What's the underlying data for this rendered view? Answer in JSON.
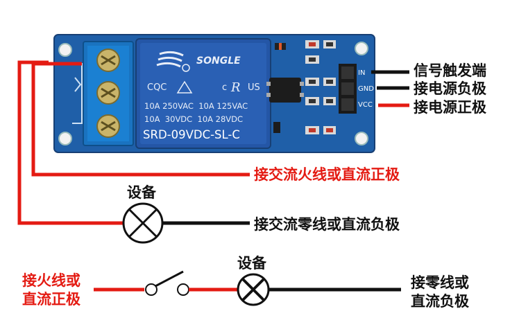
{
  "module": {
    "relay": {
      "brand": "SONGLE",
      "cert_marks": "CQC",
      "cert_marks2": "US",
      "rating_line1": "10A 250VAC  10A 125VAC",
      "rating_line2": "10A  30VDC  10A 28VDC",
      "model": "SRD-09VDC-SL-C"
    },
    "pin_labels": [
      "IN",
      "GND",
      "VCC"
    ]
  },
  "labels": {
    "signal_terminal": "信号触发端",
    "power_negative": "接电源负极",
    "power_positive": "接电源正极",
    "ac_live_or_dc_positive": "接交流火线或直流正极",
    "device_top": "设备",
    "ac_neutral_or_dc_negative": "接交流零线或直流负极",
    "device_bottom": "设备",
    "live_or_positive_line1": "接火线或",
    "live_or_positive_line2": "直流正极",
    "neutral_or_negative_line1": "接零线或",
    "neutral_or_negative_line2": "直流负极"
  },
  "colors": {
    "red_wire": "#e41b13",
    "black_wire": "#111111",
    "pcb_blue": "#1f5fa8",
    "relay_blue": "#2456a6",
    "terminal_blue": "#1a73c0"
  }
}
